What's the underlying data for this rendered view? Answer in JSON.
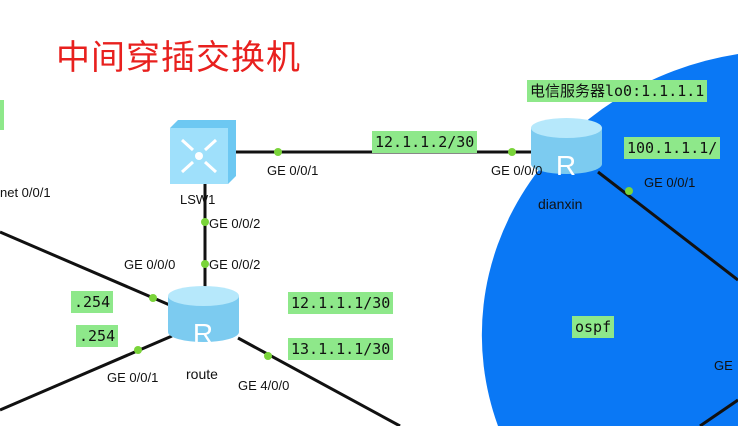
{
  "title": "中间穿插交换机",
  "area": {
    "label": "ospf",
    "color": "#0a78f5"
  },
  "devices": {
    "switch": {
      "name": "LSW1"
    },
    "router_left": {
      "name": "route"
    },
    "router_top": {
      "name": "dianxin"
    }
  },
  "ports": {
    "lsw_ge001": "GE 0/0/1",
    "lsw_ge002": "GE 0/0/2",
    "route_ge002": "GE 0/0/2",
    "route_ge000": "GE 0/0/0",
    "route_ge001": "GE 0/0/1",
    "route_ge400": "GE 4/0/0",
    "dianxin_ge000": "GE 0/0/0",
    "dianxin_ge001": "GE 0/0/1",
    "left_ethernet": "net 0/0/1",
    "right_partial": "GE"
  },
  "labels": {
    "link_12_2": "12.1.1.2/30",
    "route_12_1": "12.1.1.1/30",
    "route_13_1": "13.1.1.1/30",
    "gw1": ".254",
    "gw2": ".254",
    "dianxin_server": "电信服务器lo0:1.1.1.1",
    "dianxin_100": "100.1.1.1/"
  }
}
